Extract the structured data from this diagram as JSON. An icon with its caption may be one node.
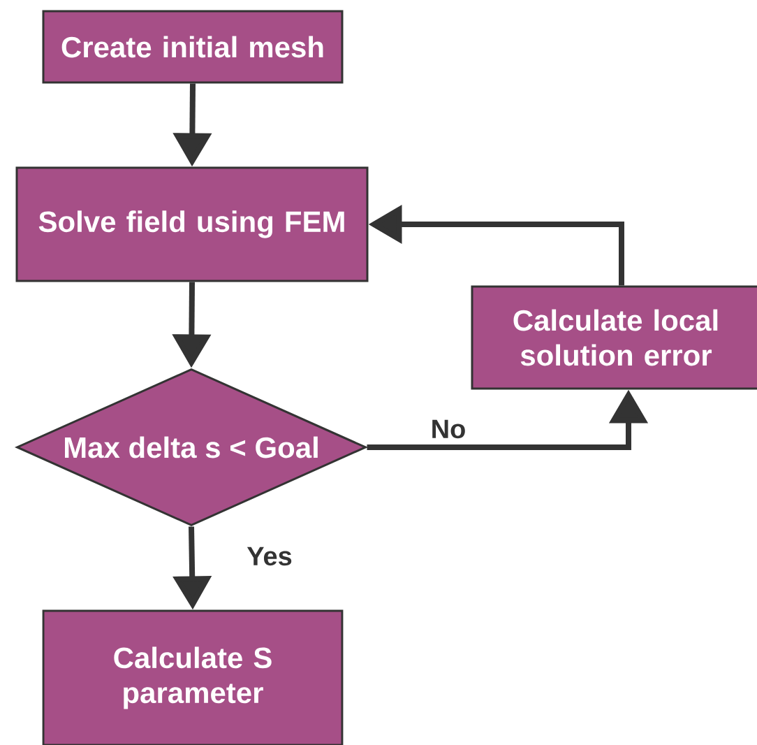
{
  "diagram": {
    "nodes": [
      {
        "text": [
          "Create initial mesh"
        ]
      },
      {
        "text": [
          "Solve field using FEM"
        ]
      },
      {
        "text": [
          "Max delta s < Goal"
        ]
      },
      {
        "text": [
          "Calculate local solution error"
        ]
      },
      {
        "text": [
          "Calculate S parameter"
        ]
      }
    ],
    "edges": [
      {
        "from": 0,
        "to": 1,
        "arrow": "to"
      },
      {
        "from": 1,
        "to": 2,
        "arrow": "to"
      },
      {
        "from": 2,
        "to": 4,
        "arrow": "to",
        "label": "Yes"
      },
      {
        "from": 2,
        "to": 3,
        "arrow": "to",
        "label": "No"
      },
      {
        "from": 3,
        "to": 1,
        "arrow": "to"
      }
    ]
  }
}
